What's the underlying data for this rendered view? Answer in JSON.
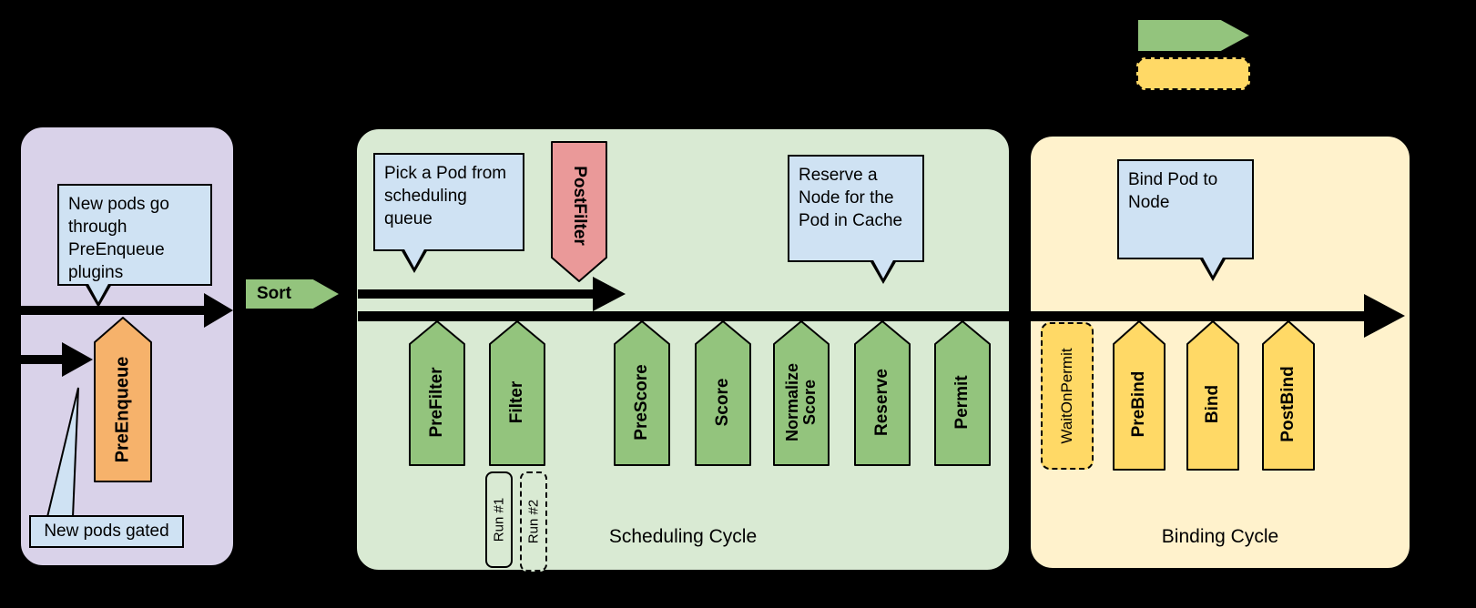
{
  "diagram": {
    "queue_panel": {
      "callout_new_pods": "New pods go through PreEnqueue plugins",
      "callout_gated": "New pods gated",
      "extension": "PreEnqueue"
    },
    "sort": {
      "label": "Sort"
    },
    "scheduling_cycle": {
      "title": "Scheduling Cycle",
      "callout_pick_pod": "Pick a Pod from scheduling queue",
      "callout_reserve": "Reserve a Node for the Pod in Cache",
      "postfilter": "PostFilter",
      "extension_points": [
        "PreFilter",
        "Filter",
        "PreScore",
        "Score",
        "Normalize Score",
        "Reserve",
        "Permit"
      ],
      "filter_runs": [
        "Run #1",
        "Run #2"
      ]
    },
    "binding_cycle": {
      "title": "Binding Cycle",
      "callout_bind": "Bind Pod to Node",
      "wait_on_permit": "WaitOnPermit",
      "extension_points": [
        "PreBind",
        "Bind",
        "PostBind"
      ]
    },
    "legend": {
      "solid_item_icon": "green-solid-arrow",
      "dashed_item_icon": "yellow-dashed-outline"
    }
  },
  "colors": {
    "background": "#000000",
    "queue_panel": "#d9d2e9",
    "scheduling_panel": "#d9ead3",
    "binding_panel": "#fff2cc",
    "green_extension": "#93c47d",
    "orange_extension": "#f6b26b",
    "red_extension": "#ea9999",
    "yellow_extension": "#ffd966",
    "callout": "#cfe2f3",
    "arrow": "#000000"
  }
}
